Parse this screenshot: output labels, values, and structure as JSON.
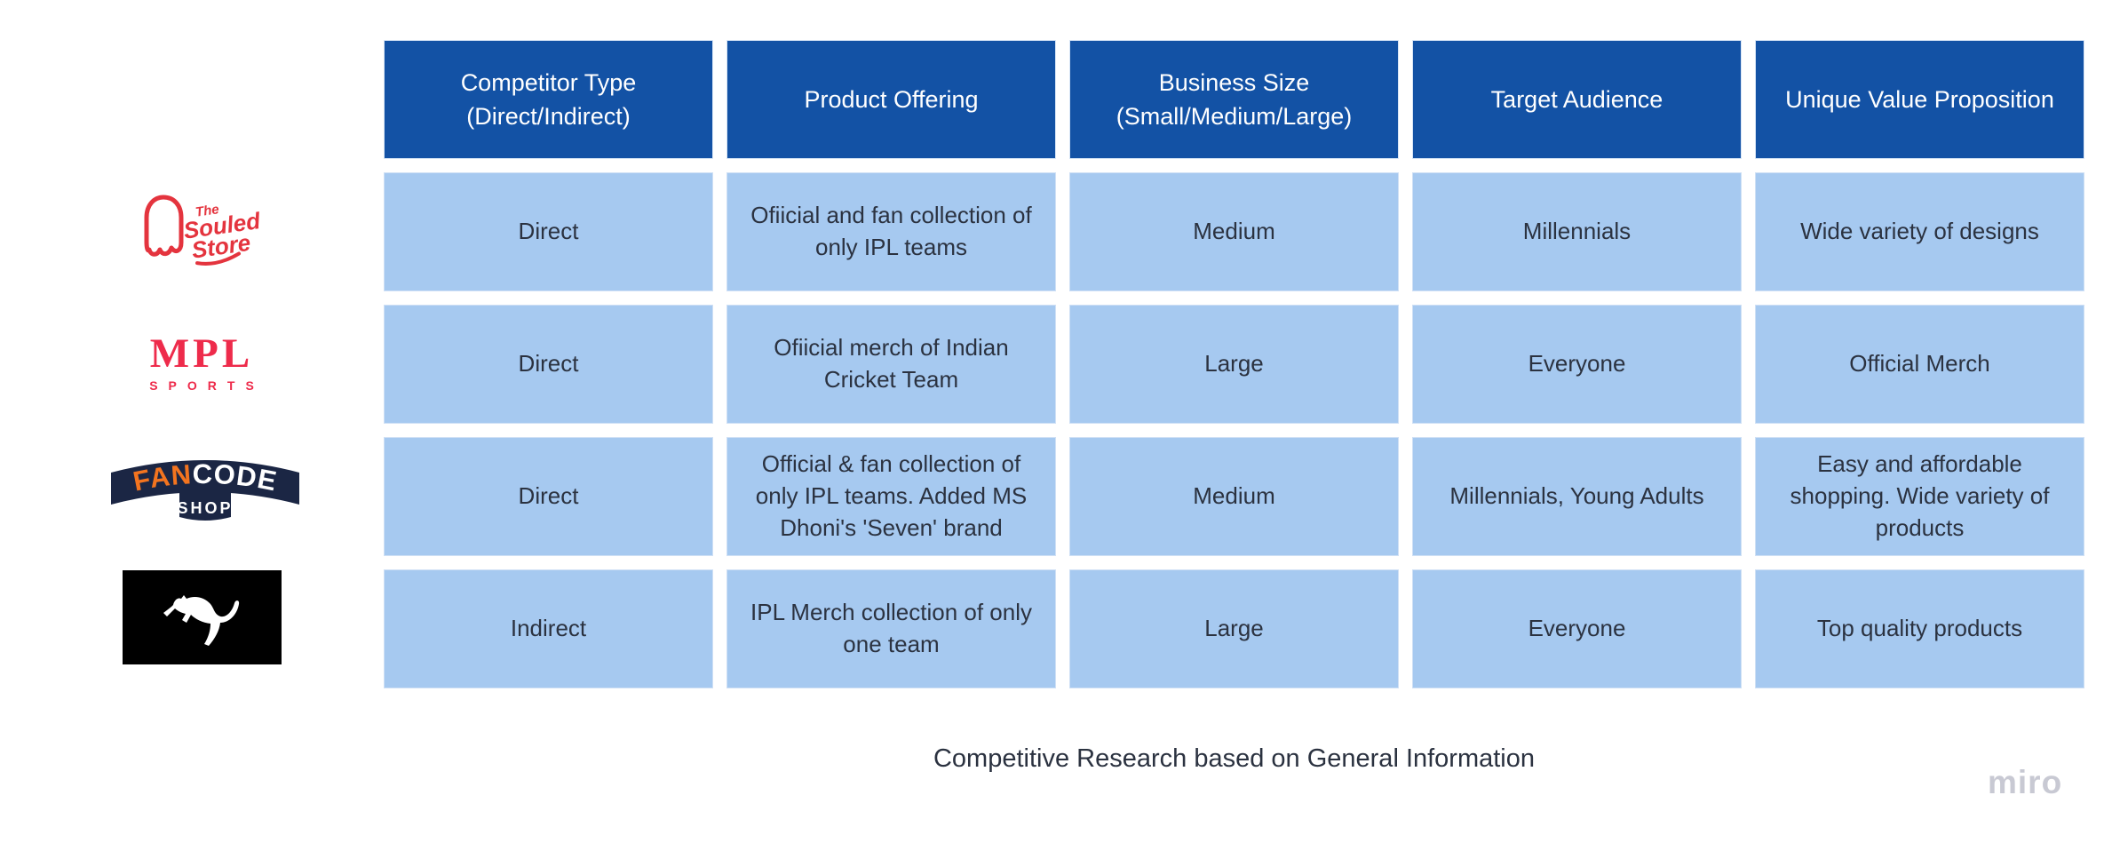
{
  "table": {
    "columns": [
      "Competitor Type (Direct/Indirect)",
      "Product Offering",
      "Business Size (Small/Medium/Large)",
      "Target Audience",
      "Unique Value Proposition"
    ],
    "rows": [
      {
        "competitor": "The Souled Store",
        "cells": [
          "Direct",
          "Ofiicial and fan collection of only IPL teams",
          "Medium",
          "Millennials",
          "Wide variety of designs"
        ]
      },
      {
        "competitor": "MPL Sports",
        "cells": [
          "Direct",
          "Ofiicial merch of Indian Cricket Team",
          "Large",
          "Everyone",
          "Official Merch"
        ]
      },
      {
        "competitor": "FanCode Shop",
        "cells": [
          "Direct",
          "Official & fan collection of only IPL teams. Added MS Dhoni's 'Seven' brand",
          "Medium",
          "Millennials, Young Adults",
          "Easy and affordable shopping. Wide variety of products"
        ]
      },
      {
        "competitor": "Puma",
        "cells": [
          "Indirect",
          "IPL Merch collection of only one team",
          "Large",
          "Everyone",
          "Top quality products"
        ]
      }
    ]
  },
  "logos": {
    "souled_store": {
      "line1": "The",
      "line2": "Souled",
      "line3": "Store"
    },
    "mpl": {
      "title": "MPL",
      "subtitle": "SPORTS"
    },
    "fancode": {
      "fan": "FAN",
      "code": "CODE",
      "shop": "SHOP"
    }
  },
  "caption": "Competitive Research based on General Information",
  "watermark": "miro",
  "colors": {
    "header_bg": "#1352A5",
    "cell_bg": "#A6C9F0",
    "cell_text": "#2b3240",
    "souled_red": "#E4343E",
    "mpl_red": "#EE2B4B",
    "fancode_navy": "#1B2644",
    "fancode_orange": "#F3741F",
    "puma_black": "#000000",
    "watermark_gray": "#C8C9D3"
  }
}
